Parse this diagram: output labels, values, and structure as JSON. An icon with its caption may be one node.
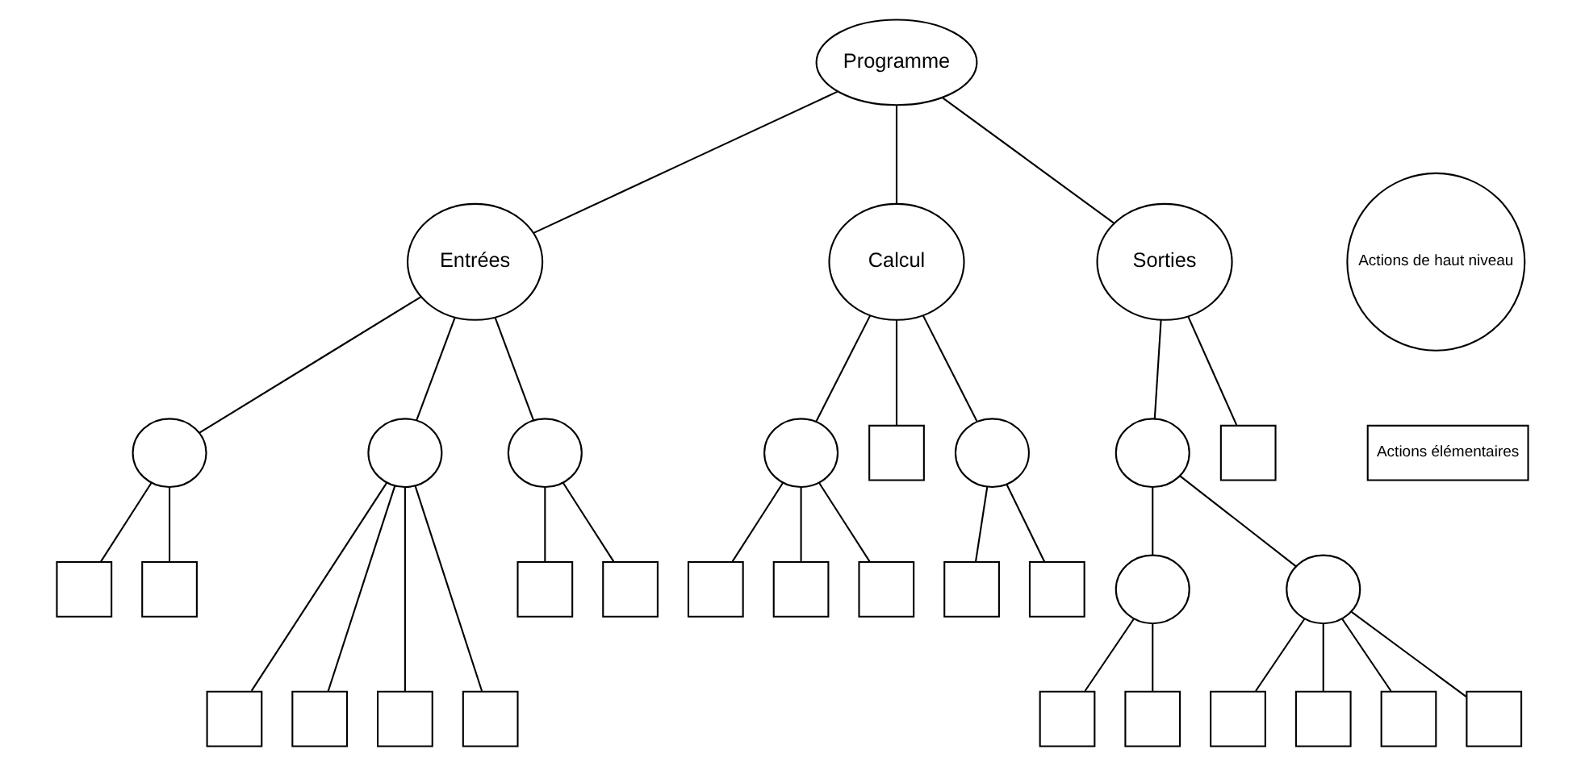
{
  "diagram": {
    "nodes": [
      {
        "text": [
          "Programme"
        ]
      },
      {
        "text": [
          "Entrées"
        ]
      },
      {
        "text": [
          "Calcul"
        ]
      },
      {
        "text": [
          "Sorties"
        ]
      },
      {
        "text": [
          "Actions de haut niveau"
        ]
      },
      {
        "text": [],
        "shape": "circle"
      },
      {
        "text": [],
        "shape": "circle"
      },
      {
        "text": [],
        "shape": "circle"
      },
      {
        "text": [],
        "shape": "circle"
      },
      {
        "text": [],
        "shape": "box"
      },
      {
        "text": [],
        "shape": "circle"
      },
      {
        "text": [],
        "shape": "circle"
      },
      {
        "text": [],
        "shape": "box"
      },
      {
        "text": [
          "Actions élémentaires"
        ]
      },
      {
        "text": [],
        "shape": "box"
      },
      {
        "text": [],
        "shape": "box"
      },
      {
        "text": [],
        "shape": "box"
      },
      {
        "text": [],
        "shape": "box"
      },
      {
        "text": [],
        "shape": "box"
      },
      {
        "text": [],
        "shape": "box"
      },
      {
        "text": [],
        "shape": "box"
      },
      {
        "text": [],
        "shape": "box"
      },
      {
        "text": [],
        "shape": "box"
      },
      {
        "text": [],
        "shape": "circle"
      },
      {
        "text": [],
        "shape": "circle"
      },
      {
        "text": [],
        "shape": "box"
      },
      {
        "text": [],
        "shape": "box"
      },
      {
        "text": [],
        "shape": "box"
      },
      {
        "text": [],
        "shape": "box"
      },
      {
        "text": [],
        "shape": "box"
      },
      {
        "text": [],
        "shape": "box"
      },
      {
        "text": [],
        "shape": "box"
      },
      {
        "text": [],
        "shape": "box"
      },
      {
        "text": [],
        "shape": "box"
      },
      {
        "text": [],
        "shape": "box"
      }
    ],
    "edges": [
      {
        "from": 0,
        "to": 1,
        "arrow": "none"
      },
      {
        "from": 0,
        "to": 2,
        "arrow": "none"
      },
      {
        "from": 0,
        "to": 3,
        "arrow": "none"
      },
      {
        "from": 1,
        "to": 5,
        "arrow": "none"
      },
      {
        "from": 1,
        "to": 6,
        "arrow": "none"
      },
      {
        "from": 1,
        "to": 7,
        "arrow": "none"
      },
      {
        "from": 2,
        "to": 8,
        "arrow": "none"
      },
      {
        "from": 2,
        "to": 9,
        "arrow": "none"
      },
      {
        "from": 2,
        "to": 10,
        "arrow": "none"
      },
      {
        "from": 3,
        "to": 11,
        "arrow": "none"
      },
      {
        "from": 3,
        "to": 12,
        "arrow": "none"
      },
      {
        "from": 5,
        "to": 14,
        "arrow": "none"
      },
      {
        "from": 5,
        "to": 15,
        "arrow": "none"
      },
      {
        "from": 6,
        "to": 25,
        "arrow": "none"
      },
      {
        "from": 6,
        "to": 26,
        "arrow": "none"
      },
      {
        "from": 6,
        "to": 27,
        "arrow": "none"
      },
      {
        "from": 6,
        "to": 28,
        "arrow": "none"
      },
      {
        "from": 7,
        "to": 16,
        "arrow": "none"
      },
      {
        "from": 7,
        "to": 17,
        "arrow": "none"
      },
      {
        "from": 8,
        "to": 18,
        "arrow": "none"
      },
      {
        "from": 8,
        "to": 19,
        "arrow": "none"
      },
      {
        "from": 8,
        "to": 20,
        "arrow": "none"
      },
      {
        "from": 10,
        "to": 21,
        "arrow": "none"
      },
      {
        "from": 10,
        "to": 22,
        "arrow": "none"
      },
      {
        "from": 11,
        "to": 23,
        "arrow": "none"
      },
      {
        "from": 11,
        "to": 24,
        "arrow": "none"
      },
      {
        "from": 23,
        "to": 29,
        "arrow": "none"
      },
      {
        "from": 23,
        "to": 30,
        "arrow": "none"
      },
      {
        "from": 24,
        "to": 31,
        "arrow": "none"
      },
      {
        "from": 24,
        "to": 32,
        "arrow": "none"
      },
      {
        "from": 24,
        "to": 33,
        "arrow": "none"
      },
      {
        "from": 24,
        "to": 34,
        "arrow": "none"
      }
    ]
  }
}
